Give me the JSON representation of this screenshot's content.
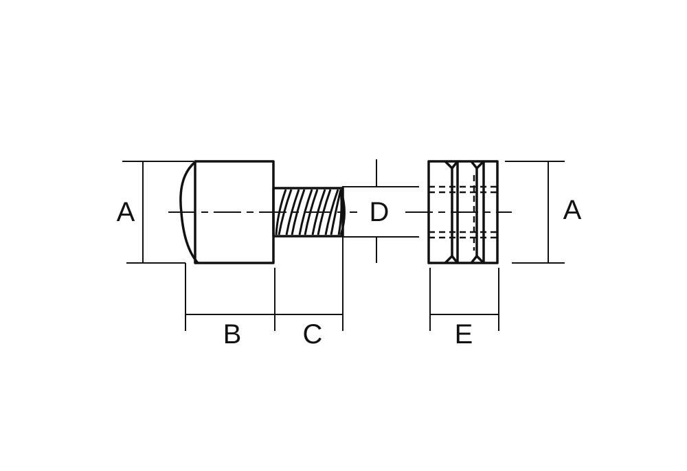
{
  "labels": {
    "a_left": "A",
    "b": "B",
    "c": "C",
    "d": "D",
    "a_right": "A",
    "e": "E"
  },
  "colors": {
    "ink": "#111111",
    "paper": "#ffffff"
  }
}
